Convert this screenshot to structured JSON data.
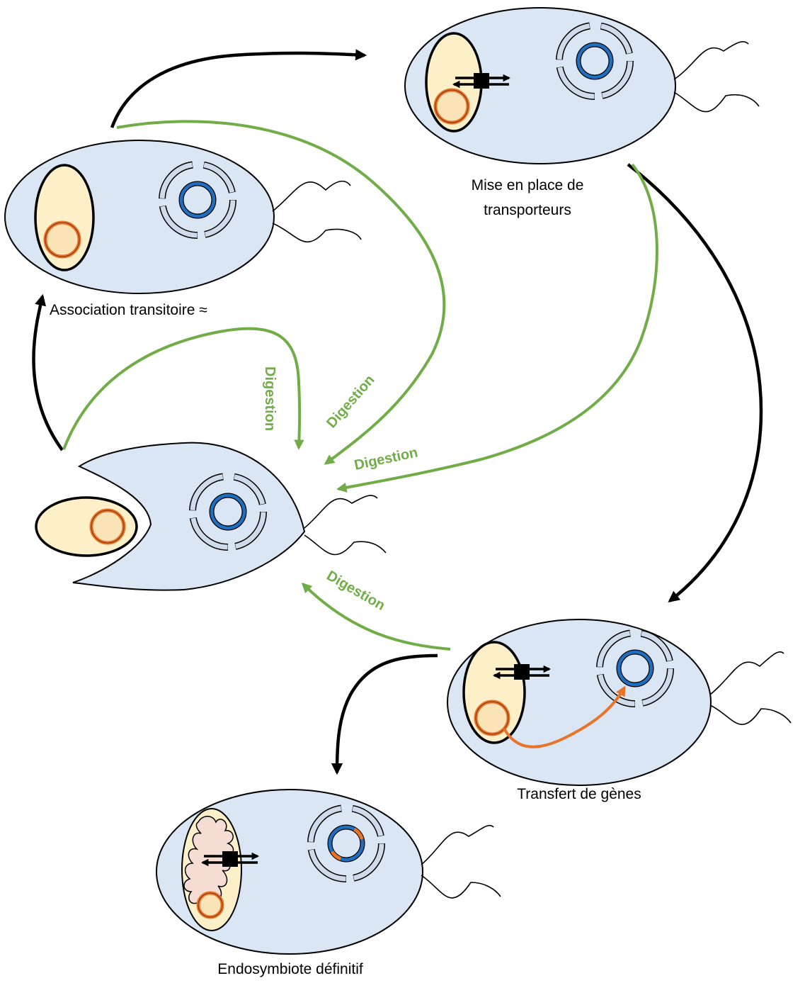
{
  "labels": {
    "association": "Association transitoire ≈",
    "transporteurs_line1": "Mise en place de",
    "transporteurs_line2": "transporteurs",
    "transfert": "Transfert de gènes",
    "definitif": "Endosymbiote définitif",
    "digestion": "Digestion"
  },
  "colors": {
    "cell_fill": "#dbe6f4",
    "endosymbiont_fill": "#fdf0c8",
    "dna_orange": "#e8742a",
    "nucleus_blue": "#1f6fc0",
    "digestion_green": "#70ad47",
    "arrow_black": "#000000"
  }
}
